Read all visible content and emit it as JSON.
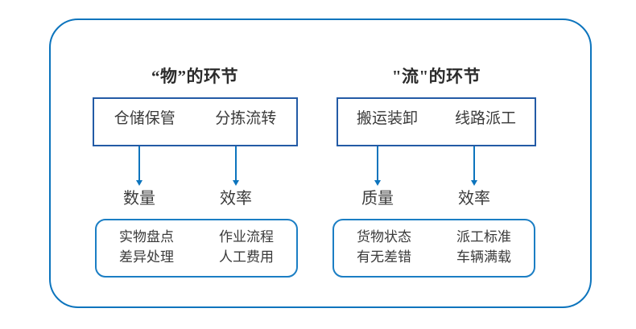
{
  "diagram": {
    "type": "flow-diagram",
    "outer_border_color": "#0c74bd",
    "box_border_color": "#235ba6",
    "rounded_box_border_color": "#1b7ec4",
    "text_color": "#3a3a3a",
    "branches": [
      {
        "id": "wu",
        "title": "“物”的环节",
        "process_items": [
          "仓储保管",
          "分拣流转"
        ],
        "metrics": [
          "数量",
          "效率"
        ],
        "details": [
          [
            "实物盘点",
            "差异处理"
          ],
          [
            "作业流程",
            "人工费用"
          ]
        ]
      },
      {
        "id": "liu",
        "title": "\"流\"的环节",
        "process_items": [
          "搬运装卸",
          "线路派工"
        ],
        "metrics": [
          "质量",
          "效率"
        ],
        "details": [
          [
            "货物状态",
            "有无差错"
          ],
          [
            "派工标准",
            "车辆满载"
          ]
        ]
      }
    ]
  }
}
